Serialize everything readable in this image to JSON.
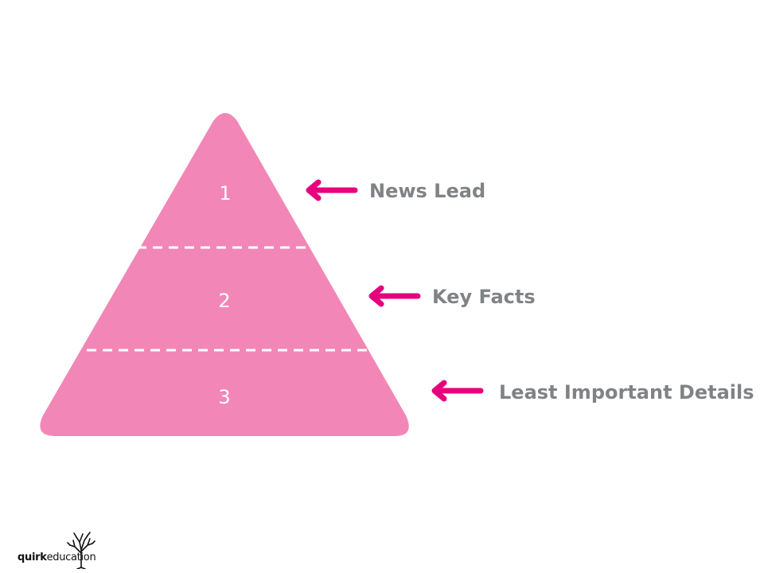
{
  "pyramid": {
    "fill_color": "#F287B7",
    "divider_color": "#FFFFFF",
    "arrow_color": "#E6007E",
    "label_color": "#808285",
    "tiers": [
      {
        "number": "1",
        "label": "News Lead"
      },
      {
        "number": "2",
        "label": "Key Facts"
      },
      {
        "number": "3",
        "label": "Least Important Details"
      }
    ]
  },
  "footer": {
    "logo": {
      "bold_text": "quirk",
      "regular_text": "education",
      "icon": "tree-icon"
    }
  }
}
